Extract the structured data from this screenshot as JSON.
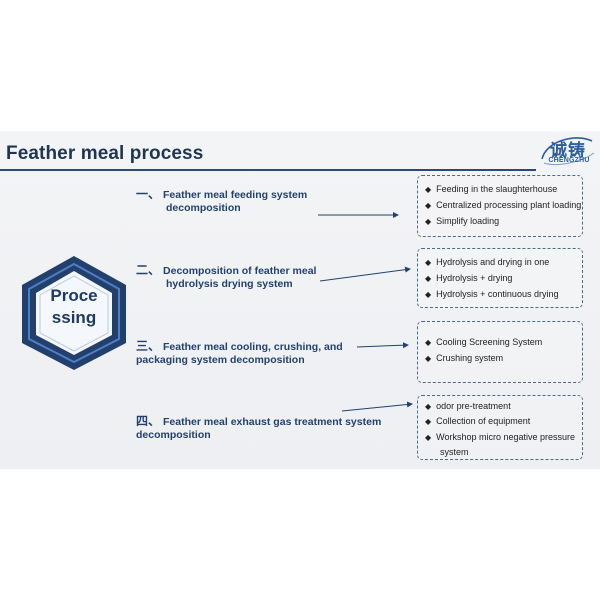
{
  "header": {
    "title": "Feather meal process",
    "logo_cn": "诚铸",
    "logo_en": "CHENGZHU"
  },
  "hub": {
    "line1": "Proce",
    "line2": "ssing",
    "colors": {
      "outer": "#223f6e",
      "inner": "#f4f7fb",
      "ring": "#3f6fb0"
    }
  },
  "sections": [
    {
      "num": "一、",
      "title_line1": "Feather meal feeding system",
      "title_line2": "decomposition",
      "points": [
        "Feeding in the slaughterhouse",
        "Centralized processing plant loading",
        "Simplify loading"
      ]
    },
    {
      "num": "二、",
      "title_line1": "Decomposition of feather meal",
      "title_line2": "hydrolysis drying system",
      "points": [
        "Hydrolysis and drying in one",
        "Hydrolysis + drying",
        "Hydrolysis + continuous drying"
      ]
    },
    {
      "num": "三、",
      "title_line1": "Feather meal cooling, crushing, and",
      "title_line2": "packaging system decomposition",
      "points": [
        "Cooling Screening System",
        "Crushing system"
      ]
    },
    {
      "num": "四、",
      "title_line1": "Feather meal exhaust gas treatment system",
      "title_line2": "decomposition",
      "points": [
        "odor  pre-treatment",
        "Collection of equipment",
        "Workshop micro negative pressure",
        "system"
      ]
    }
  ],
  "bullet_symbol": "◆",
  "accent": "#22416e"
}
